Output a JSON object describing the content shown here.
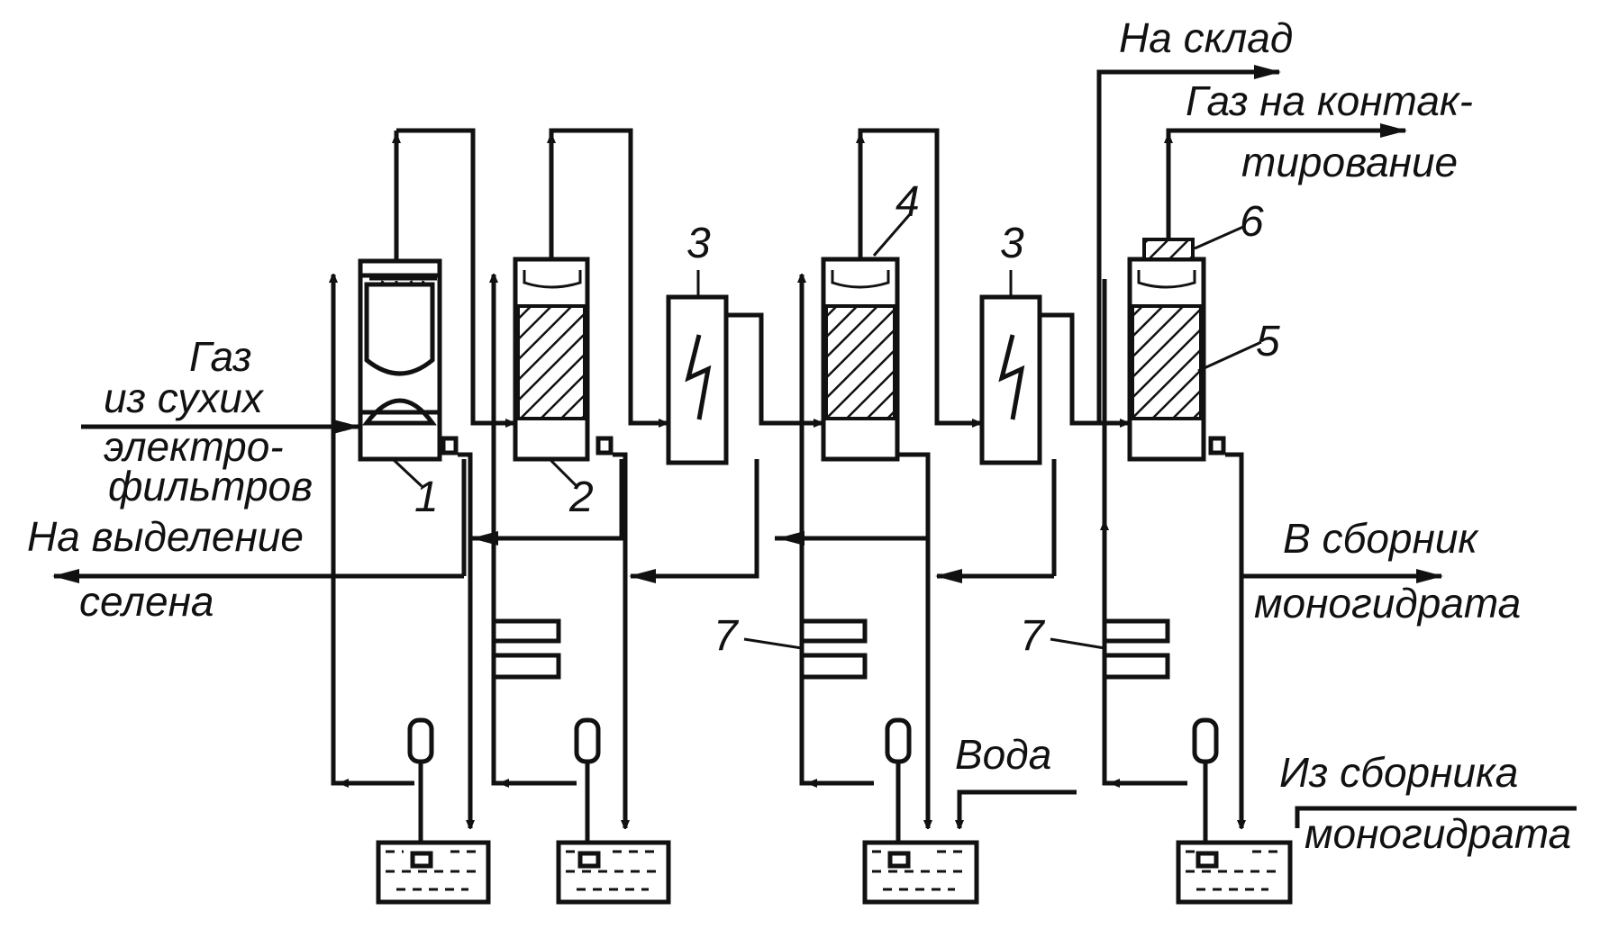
{
  "labels": {
    "gas_in_1": "Газ",
    "gas_in_2": "из сухих",
    "gas_in_3": "электро-",
    "gas_in_4": "фильтров",
    "selenium_1": "На выделение",
    "selenium_2": "селена",
    "warehouse": "На склад",
    "gas_out_1": "Газ на контак-",
    "gas_out_2": "тирование",
    "to_collector_1": "В сборник",
    "to_collector_2": "моногидрата",
    "water": "Вода",
    "from_collector_1": "Из сборника",
    "from_collector_2": "моногидрата"
  },
  "numbers": {
    "n1": "1",
    "n2": "2",
    "n3a": "3",
    "n3b": "3",
    "n4": "4",
    "n5": "5",
    "n6": "6",
    "n7a": "7",
    "n7b": "7"
  },
  "colors": {
    "ink": "#111111",
    "paper": "#ffffff"
  }
}
